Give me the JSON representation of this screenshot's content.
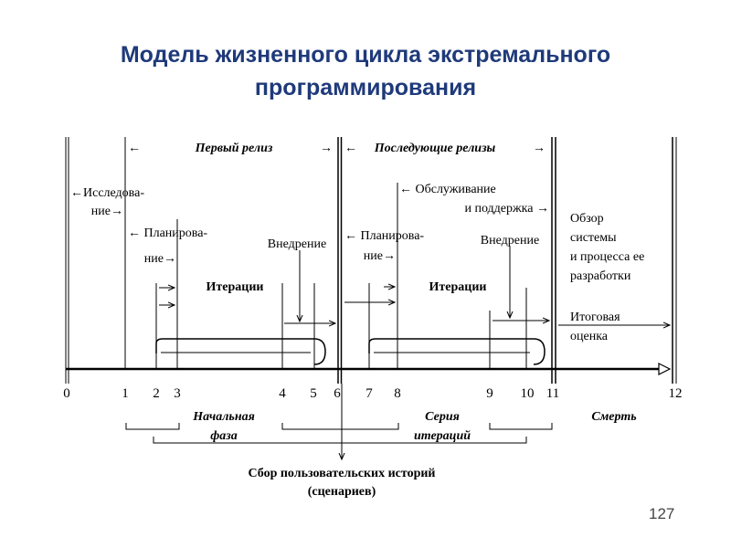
{
  "slide": {
    "title_line1": "Модель жизненного цикла экстремального",
    "title_line2": "программирования",
    "page_number": "127"
  },
  "diagram": {
    "ticks": [
      "0",
      "1",
      "2",
      "3",
      "4",
      "5",
      "6",
      "7",
      "8",
      "9",
      "10",
      "11",
      "12"
    ],
    "labels": {
      "first_release": "Первый релиз",
      "later_releases": "Последующие релизы",
      "research_1": "←Исследова-",
      "research_2": "ние→",
      "planning_1": "← Планирова-",
      "planning_2": "ние→",
      "iterations_1": "Итерации",
      "deployment_1": "Внедрение",
      "planning2_1": "← Планирова-",
      "planning2_2": "ние→",
      "maintenance_1": "← Обслуживание",
      "maintenance_2": "и поддержка →",
      "iterations_2": "Итерации",
      "deployment_2": "Внедрение",
      "review_1": "Обзор",
      "review_2": "системы",
      "review_3": "и процесса ее",
      "review_4": "разработки",
      "final_1": "Итоговая",
      "final_2": "оценка",
      "initial_phase_1": "Начальная",
      "initial_phase_2": "фаза",
      "iteration_series_1": "Серия",
      "iteration_series_2": "итераций",
      "death": "Смерть",
      "stories_1": "Сбор пользовательских историй",
      "stories_2": "(сценариев)"
    }
  }
}
